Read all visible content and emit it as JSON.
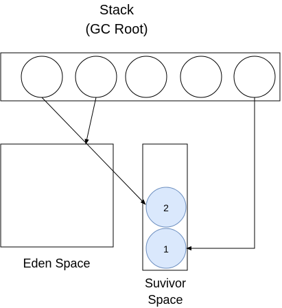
{
  "stack": {
    "title_line1": "Stack",
    "title_line2": "(GC Root)",
    "slot_count": 5
  },
  "eden": {
    "label": "Eden Space"
  },
  "survivor": {
    "label_line1": "Suvivor",
    "label_line2": "Space",
    "objects": [
      {
        "label": "2"
      },
      {
        "label": "1"
      }
    ],
    "object_fill": "#dae8fc",
    "object_stroke": "#6c8ebf"
  },
  "references": [
    {
      "from_slot": 1,
      "to_object": "2"
    },
    {
      "from_slot": 2,
      "to_region": "eden"
    },
    {
      "from_slot": 5,
      "to_object": "1"
    }
  ]
}
